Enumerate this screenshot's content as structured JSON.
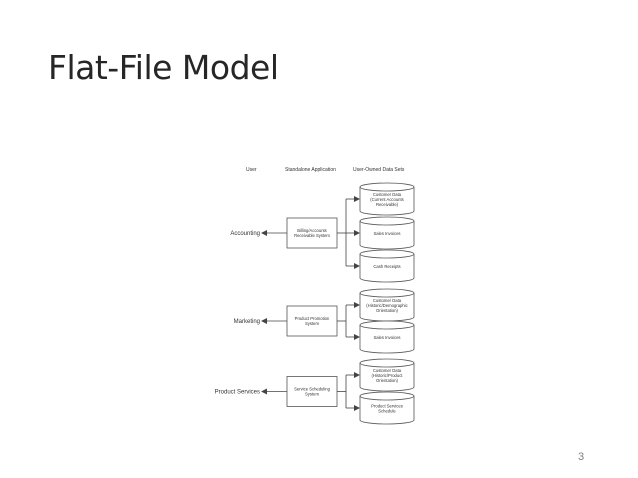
{
  "slide": {
    "title": "Flat-File Model",
    "page_number": "3"
  },
  "diagram": {
    "headers": {
      "user": "User",
      "application": "Standalone Application",
      "data": "User-Owned Data Sets"
    },
    "groups": [
      {
        "user": "Accounting",
        "app": [
          "Billing/Accounts",
          "Receivable System"
        ],
        "datasets": [
          [
            "Customer Data",
            "(Current Accounts",
            "Receivable)"
          ],
          [
            "Sales Invoices"
          ],
          [
            "Cash Receipts"
          ]
        ]
      },
      {
        "user": "Marketing",
        "app": [
          "Product Promotion",
          "System"
        ],
        "datasets": [
          [
            "Customer Data",
            "(Historic/Demographic",
            "Orientation)"
          ],
          [
            "Sales Invoices"
          ]
        ]
      },
      {
        "user": "Product Services",
        "app": [
          "Service Scheduling",
          "System"
        ],
        "datasets": [
          [
            "Customer Data",
            "(Historic/Product",
            "Orientation)"
          ],
          [
            "Product Services",
            "Schedule"
          ]
        ]
      }
    ]
  }
}
